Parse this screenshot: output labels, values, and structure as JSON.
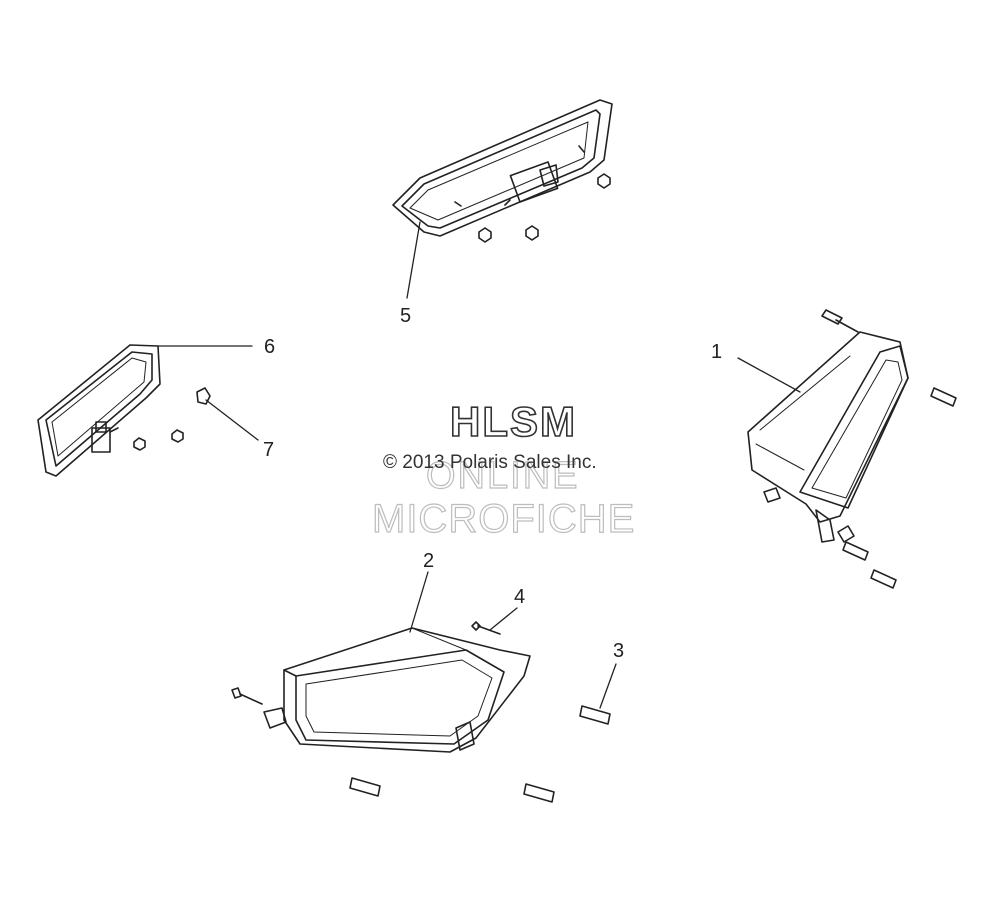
{
  "callouts": {
    "c1": "1",
    "c2": "2",
    "c3": "3",
    "c4": "4",
    "c5": "5",
    "c6": "6",
    "c7": "7"
  },
  "watermark": {
    "title": "HLSM",
    "copyright": "© 2013 Polaris Sales Inc.",
    "line2": "ONLINE",
    "line3": "MICROFICHE"
  },
  "colors": {
    "line": "#222222",
    "watermark_gray": "#bdbdbd"
  }
}
